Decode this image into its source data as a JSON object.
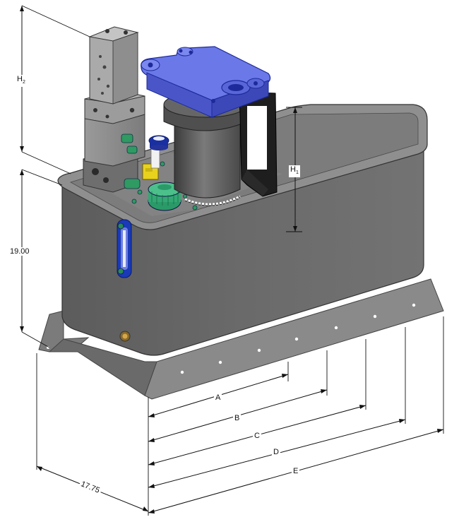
{
  "dimensions": {
    "overall_height": "19.00",
    "overall_depth": "17.75",
    "h2": "H",
    "h2_sub": "2",
    "h1": "H",
    "h1_sub": "1",
    "a": "A",
    "b": "B",
    "c": "C",
    "d": "D",
    "e": "E"
  }
}
